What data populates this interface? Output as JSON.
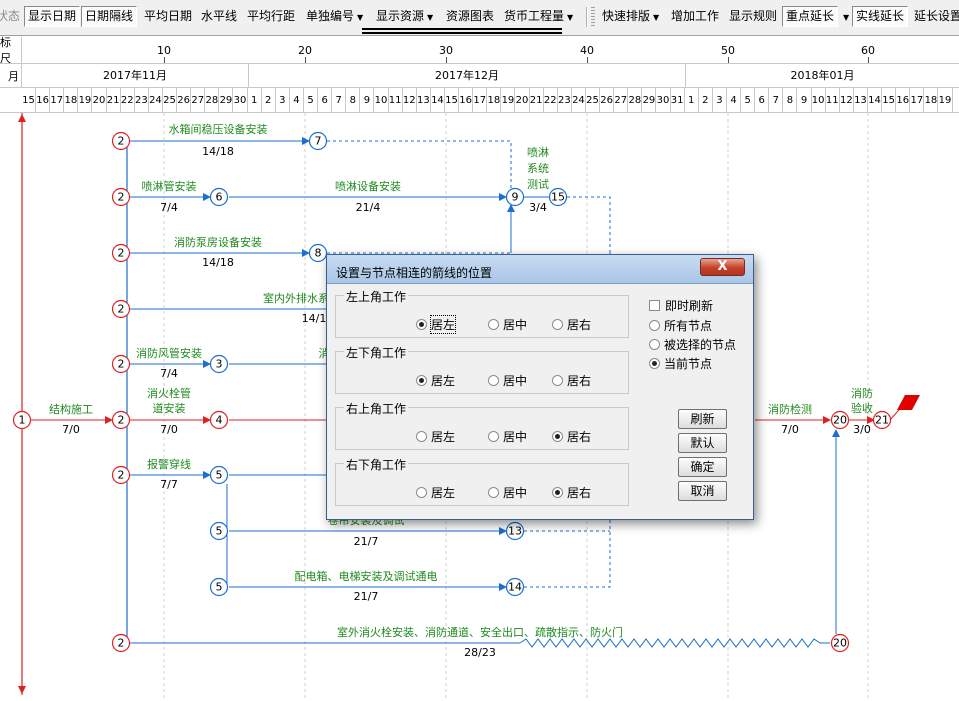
{
  "toolbar": {
    "items": [
      {
        "label": "状态",
        "disabled": true,
        "pressed": false,
        "dropdown": false
      },
      {
        "label": "显示日期",
        "disabled": false,
        "pressed": true,
        "dropdown": false
      },
      {
        "label": "日期隔线",
        "disabled": false,
        "pressed": true,
        "dropdown": false
      },
      {
        "label": "平均日期",
        "disabled": false,
        "pressed": false,
        "dropdown": false
      },
      {
        "label": "水平线",
        "disabled": false,
        "pressed": false,
        "dropdown": false
      },
      {
        "label": "平均行距",
        "disabled": false,
        "pressed": false,
        "dropdown": false
      },
      {
        "label": "单独编号",
        "disabled": false,
        "pressed": false,
        "dropdown": true
      },
      {
        "label": "显示资源",
        "disabled": false,
        "pressed": false,
        "dropdown": true
      },
      {
        "label": "资源图表",
        "disabled": false,
        "pressed": false,
        "dropdown": false
      },
      {
        "label": "货币工程量",
        "disabled": false,
        "pressed": false,
        "dropdown": true
      },
      {
        "label": "快速排版",
        "disabled": false,
        "pressed": false,
        "dropdown": true
      },
      {
        "label": "增加工作",
        "disabled": false,
        "pressed": false,
        "dropdown": false
      },
      {
        "label": "显示规则",
        "disabled": false,
        "pressed": false,
        "dropdown": false
      },
      {
        "label": "重点延长",
        "disabled": false,
        "pressed": true,
        "dropdown": true
      },
      {
        "label": "实线延长",
        "disabled": false,
        "pressed": false,
        "dropdown": false
      },
      {
        "label": "延长设置",
        "disabled": false,
        "pressed": false,
        "dropdown": false
      }
    ]
  },
  "timescale": {
    "ruler_label": "标尺",
    "month_label": "月",
    "ticks": [
      "10",
      "20",
      "30",
      "40",
      "50",
      "60"
    ],
    "months": [
      "2017年11月",
      "2017年12月",
      "2018年01月"
    ],
    "days_nov": [
      "15",
      "16",
      "17",
      "18",
      "19",
      "20",
      "21",
      "22",
      "23",
      "24",
      "25",
      "26",
      "27",
      "28",
      "29",
      "30"
    ],
    "days_dec": [
      "1",
      "2",
      "3",
      "4",
      "5",
      "6",
      "7",
      "8",
      "9",
      "10",
      "11",
      "12",
      "13",
      "14",
      "15",
      "16",
      "17",
      "18",
      "19",
      "20",
      "21",
      "22",
      "23",
      "24",
      "25",
      "26",
      "27",
      "28",
      "29",
      "30",
      "31"
    ],
    "days_jan": [
      "1",
      "2",
      "3",
      "4",
      "5",
      "6",
      "7",
      "8",
      "9",
      "10",
      "11",
      "12",
      "13",
      "14",
      "15",
      "16",
      "17",
      "18",
      "19"
    ]
  },
  "network": {
    "nodes": [
      {
        "id": "n1",
        "label": "1",
        "col": 0,
        "row": 5,
        "color": "#e02020"
      },
      {
        "id": "n2a",
        "label": "2",
        "col": 1,
        "row": 0,
        "color": "#e02020"
      },
      {
        "id": "n2b",
        "label": "2",
        "col": 1,
        "row": 1,
        "color": "#e02020"
      },
      {
        "id": "n2c",
        "label": "2",
        "col": 1,
        "row": 2,
        "color": "#e02020"
      },
      {
        "id": "n2d",
        "label": "2",
        "col": 1,
        "row": 3,
        "color": "#e02020"
      },
      {
        "id": "n2e",
        "label": "2",
        "col": 1,
        "row": 4,
        "color": "#e02020"
      },
      {
        "id": "n2f",
        "label": "2",
        "col": 1,
        "row": 5,
        "color": "#e02020"
      },
      {
        "id": "n2g",
        "label": "2",
        "col": 1,
        "row": 6,
        "color": "#e02020"
      },
      {
        "id": "n2h",
        "label": "2",
        "col": 1,
        "row": 9,
        "color": "#e02020"
      },
      {
        "id": "n7",
        "label": "7",
        "col": 4,
        "row": 0,
        "color": "#1a6fd0"
      },
      {
        "id": "n6",
        "label": "6",
        "col": 2,
        "row": 1,
        "color": "#1a6fd0"
      },
      {
        "id": "n9",
        "label": "9",
        "col": 5,
        "row": 1,
        "color": "#1a6fd0"
      },
      {
        "id": "n15",
        "label": "15",
        "col": 6,
        "row": 1,
        "color": "#1a6fd0"
      },
      {
        "id": "n8",
        "label": "8",
        "col": 4,
        "row": 2,
        "color": "#1a6fd0"
      },
      {
        "id": "n3",
        "label": "3",
        "col": 2,
        "row": 4,
        "color": "#1a6fd0"
      },
      {
        "id": "n4",
        "label": "4",
        "col": 2,
        "row": 5,
        "color": "#e02020"
      },
      {
        "id": "n5a",
        "label": "5",
        "col": 2,
        "row": 6,
        "color": "#1a6fd0"
      },
      {
        "id": "n5b",
        "label": "5",
        "col": 2,
        "row": 7,
        "color": "#1a6fd0"
      },
      {
        "id": "n5c",
        "label": "5",
        "col": 2,
        "row": 8,
        "color": "#1a6fd0"
      },
      {
        "id": "n13",
        "label": "13",
        "col": 5,
        "row": 7,
        "color": "#1a6fd0"
      },
      {
        "id": "n14",
        "label": "14",
        "col": 5,
        "row": 8,
        "color": "#1a6fd0"
      },
      {
        "id": "n20a",
        "label": "20",
        "col": 7,
        "row": 5,
        "color": "#e02020"
      },
      {
        "id": "n21",
        "label": "21",
        "col": 8,
        "row": 5,
        "color": "#e02020"
      },
      {
        "id": "n20b",
        "label": "20",
        "col": 7,
        "row": 9,
        "color": "#e02020"
      }
    ],
    "activities": [
      {
        "name": "水箱间稳压设备安装",
        "duration": "14/18"
      },
      {
        "name": "喷淋管安装",
        "duration": "7/4"
      },
      {
        "name": "喷淋设备安装",
        "duration": "21/4"
      },
      {
        "name": "喷淋系统测试",
        "duration": "3/4"
      },
      {
        "name": "消防泵房设备安装",
        "duration": "14/18"
      },
      {
        "name": "室内外排水系",
        "duration": "14/1"
      },
      {
        "name": "消防风管安装",
        "duration": "7/4"
      },
      {
        "name": "消",
        "duration": ""
      },
      {
        "name": "结构施工",
        "duration": "7/0"
      },
      {
        "name": "消火栓管道安装",
        "duration": "7/0"
      },
      {
        "name": "消防检测",
        "duration": "7/0"
      },
      {
        "name": "消防验收",
        "duration": "3/0"
      },
      {
        "name": "报警穿线",
        "duration": "7/7"
      },
      {
        "name": "卷帘安装及调试",
        "duration": "21/7"
      },
      {
        "name": "配电箱、电梯安装及调试通电",
        "duration": "21/7"
      },
      {
        "name": "室外消火栓安装、消防通道、安全出口、疏散指示、防火门",
        "duration": "28/23"
      }
    ],
    "colors": {
      "critical": "#e02020",
      "normal": "#1a6fd0",
      "label": "#1f8a1f",
      "flag": "#e00000"
    }
  },
  "dialog": {
    "title": "设置与节点相连的箭线的位置",
    "close_label": "X",
    "groups": [
      {
        "label": "左上角工作",
        "options": [
          "居左",
          "居中",
          "居右"
        ],
        "selected": 0
      },
      {
        "label": "左下角工作",
        "options": [
          "居左",
          "居中",
          "居右"
        ],
        "selected": 0
      },
      {
        "label": "右上角工作",
        "options": [
          "居左",
          "居中",
          "居右"
        ],
        "selected": 2
      },
      {
        "label": "右下角工作",
        "options": [
          "居左",
          "居中",
          "居右"
        ],
        "selected": 2
      }
    ],
    "instant_refresh_label": "即时刷新",
    "instant_refresh_checked": false,
    "scope_options": [
      "所有节点",
      "被选择的节点",
      "当前节点"
    ],
    "scope_selected": 2,
    "buttons": {
      "refresh": "刷新",
      "default": "默认",
      "ok": "确定",
      "cancel": "取消"
    }
  }
}
